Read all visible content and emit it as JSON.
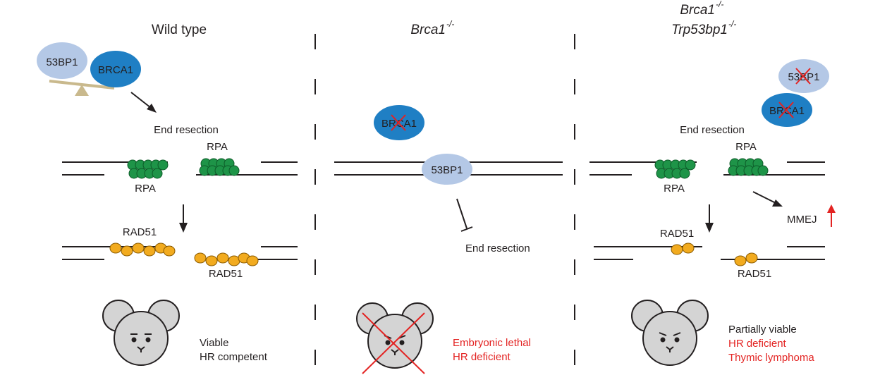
{
  "panels": {
    "wild_type": {
      "title": "Wild type",
      "protein_53bp1": "53BP1",
      "protein_brca1": "BRCA1",
      "end_resection": "End resection",
      "rpa_top": "RPA",
      "rpa_bottom": "RPA",
      "rad51_top": "RAD51",
      "rad51_bottom": "RAD51",
      "outcome": [
        "Viable",
        "HR competent"
      ]
    },
    "brca1_null": {
      "title_gene": "Brca1",
      "title_sup": "-/-",
      "protein_brca1": "BRCA1",
      "protein_53bp1": "53BP1",
      "end_resection": "End resection",
      "outcome": [
        "Embryonic lethal",
        "HR deficient"
      ]
    },
    "double_null": {
      "title_gene_1": "Brca1",
      "title_sup_1": "-/-",
      "title_gene_2": "Trp53bp1",
      "title_sup_2": "-/-",
      "protein_53bp1": "53BP1",
      "protein_brca1": "BRCA1",
      "end_resection": "End resection",
      "rpa_top": "RPA",
      "rpa_bottom": "RPA",
      "rad51_top": "RAD51",
      "rad51_bottom": "RAD51",
      "mmej": "MMEJ",
      "outcome": [
        "Partially viable",
        "HR deficient",
        "Thymic lymphoma"
      ]
    }
  },
  "colors": {
    "protein_53bp1": "#b4c8e6",
    "protein_brca1": "#1f7fc4",
    "rpa": "#1e9448",
    "rad51": "#f2ab1f",
    "dna": "#231f20",
    "knockout_red": "#e32322",
    "mouse_fill": "#d4d4d4",
    "seesaw": "#c9b98d"
  }
}
